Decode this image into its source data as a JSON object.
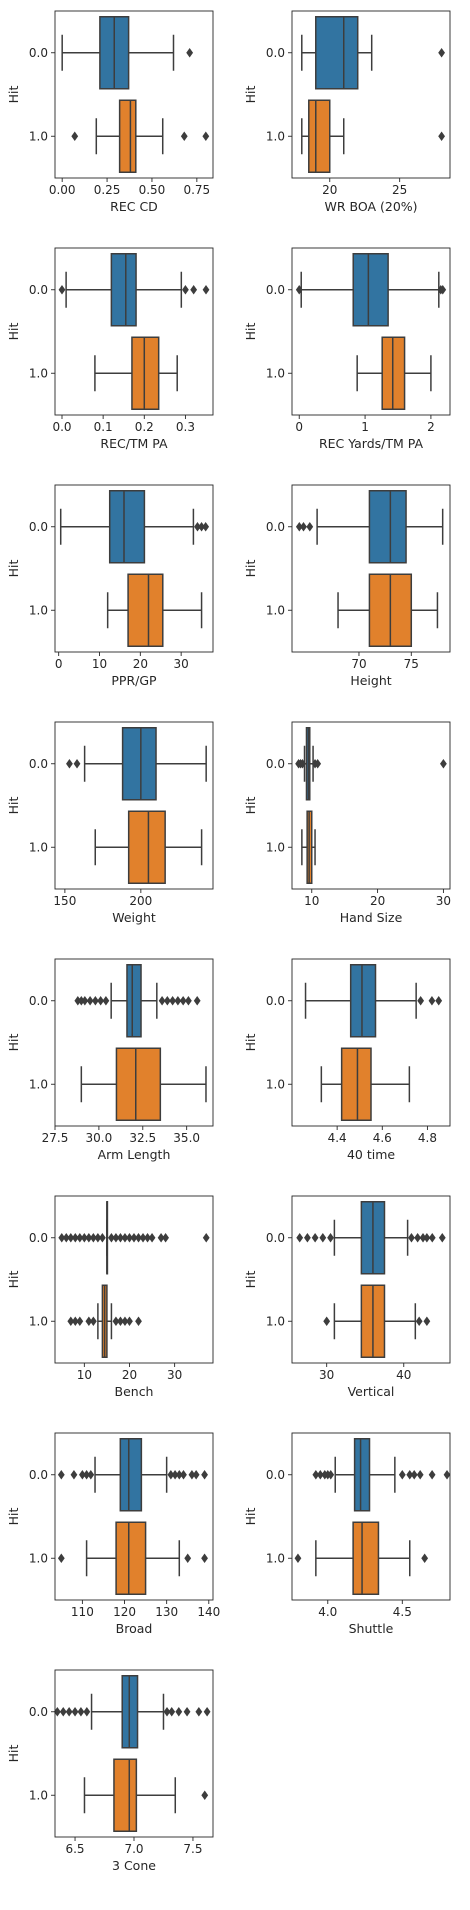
{
  "chart_data": [
    {
      "type": "box",
      "xlabel": "REC CD",
      "ylabel": "Hit",
      "categories": [
        "0.0",
        "1.0"
      ],
      "xlim": [
        -0.04,
        0.84
      ],
      "xticks": [
        0.0,
        0.25,
        0.5,
        0.75
      ],
      "xtick_labels": [
        "0.00",
        "0.25",
        "0.50",
        "0.75"
      ],
      "boxes": [
        {
          "category": "0.0",
          "min": 0.0,
          "q1": 0.21,
          "median": 0.29,
          "q3": 0.37,
          "max": 0.62,
          "fliers": [
            0.71
          ],
          "color": "#3274a1"
        },
        {
          "category": "1.0",
          "min": 0.19,
          "q1": 0.32,
          "median": 0.38,
          "q3": 0.41,
          "max": 0.56,
          "fliers": [
            0.07,
            0.68,
            0.8
          ],
          "color": "#e1812c"
        }
      ]
    },
    {
      "type": "box",
      "xlabel": "WR BOA (20%)",
      "ylabel": "Hit",
      "categories": [
        "0.0",
        "1.0"
      ],
      "xlim": [
        17.3,
        28.6
      ],
      "xticks": [
        20,
        25
      ],
      "xtick_labels": [
        "20",
        "25"
      ],
      "boxes": [
        {
          "category": "0.0",
          "min": 18.0,
          "q1": 19.0,
          "median": 21.0,
          "q3": 22.0,
          "max": 23.0,
          "fliers": [
            28.0
          ],
          "color": "#3274a1"
        },
        {
          "category": "1.0",
          "min": 18.0,
          "q1": 18.5,
          "median": 19.0,
          "q3": 20.0,
          "max": 21.0,
          "fliers": [
            28.0
          ],
          "color": "#e1812c"
        }
      ]
    },
    {
      "type": "box",
      "xlabel": "REC/TM PA",
      "ylabel": "Hit",
      "categories": [
        "0.0",
        "1.0"
      ],
      "xlim": [
        -0.017,
        0.367
      ],
      "xticks": [
        0.0,
        0.1,
        0.2,
        0.3
      ],
      "xtick_labels": [
        "0.0",
        "0.1",
        "0.2",
        "0.3"
      ],
      "boxes": [
        {
          "category": "0.0",
          "min": 0.01,
          "q1": 0.12,
          "median": 0.155,
          "q3": 0.18,
          "max": 0.29,
          "fliers": [
            0.0,
            0.3,
            0.32,
            0.35
          ],
          "color": "#3274a1"
        },
        {
          "category": "1.0",
          "min": 0.08,
          "q1": 0.17,
          "median": 0.2,
          "q3": 0.235,
          "max": 0.28,
          "fliers": [],
          "color": "#e1812c"
        }
      ]
    },
    {
      "type": "box",
      "xlabel": "REC Yards/TM PA",
      "ylabel": "Hit",
      "categories": [
        "0.0",
        "1.0"
      ],
      "xlim": [
        -0.11,
        2.29
      ],
      "xticks": [
        0,
        1,
        2
      ],
      "xtick_labels": [
        "0",
        "1",
        "2"
      ],
      "boxes": [
        {
          "category": "0.0",
          "min": 0.03,
          "q1": 0.82,
          "median": 1.05,
          "q3": 1.35,
          "max": 2.12,
          "fliers": [
            0.0,
            2.15,
            2.18
          ],
          "color": "#3274a1"
        },
        {
          "category": "1.0",
          "min": 0.88,
          "q1": 1.26,
          "median": 1.42,
          "q3": 1.6,
          "max": 2.0,
          "fliers": [],
          "color": "#e1812c"
        }
      ]
    },
    {
      "type": "box",
      "xlabel": "PPR/GP",
      "ylabel": "Hit",
      "categories": [
        "0.0",
        "1.0"
      ],
      "xlim": [
        -0.9,
        37.8
      ],
      "xticks": [
        0,
        10,
        20,
        30
      ],
      "xtick_labels": [
        "0",
        "10",
        "20",
        "30"
      ],
      "boxes": [
        {
          "category": "0.0",
          "min": 0.5,
          "q1": 12.5,
          "median": 16.0,
          "q3": 21.0,
          "max": 33.0,
          "fliers": [
            34.0,
            35.0,
            36.0
          ],
          "color": "#3274a1"
        },
        {
          "category": "1.0",
          "min": 12.0,
          "q1": 17.0,
          "median": 22.0,
          "q3": 25.5,
          "max": 35.0,
          "fliers": [],
          "color": "#e1812c"
        }
      ]
    },
    {
      "type": "box",
      "xlabel": "Height",
      "ylabel": "Hit",
      "categories": [
        "0.0",
        "1.0"
      ],
      "xlim": [
        63.6,
        78.7
      ],
      "xticks": [
        70,
        75
      ],
      "xtick_labels": [
        "70",
        "75"
      ],
      "boxes": [
        {
          "category": "0.0",
          "min": 66.0,
          "q1": 71.0,
          "median": 73.0,
          "q3": 74.5,
          "max": 78.0,
          "fliers": [
            64.3,
            64.7,
            65.3
          ],
          "color": "#3274a1"
        },
        {
          "category": "1.0",
          "min": 68.0,
          "q1": 71.0,
          "median": 73.0,
          "q3": 75.0,
          "max": 77.5,
          "fliers": [],
          "color": "#e1812c"
        }
      ]
    },
    {
      "type": "box",
      "xlabel": "Weight",
      "ylabel": "Hit",
      "categories": [
        "0.0",
        "1.0"
      ],
      "xlim": [
        143.5,
        247.5
      ],
      "xticks": [
        150,
        200
      ],
      "xtick_labels": [
        "150",
        "200"
      ],
      "boxes": [
        {
          "category": "0.0",
          "min": 163.0,
          "q1": 188.0,
          "median": 200.0,
          "q3": 210.0,
          "max": 243.0,
          "fliers": [
            153.0,
            158.0
          ],
          "color": "#3274a1"
        },
        {
          "category": "1.0",
          "min": 170.0,
          "q1": 192.0,
          "median": 205.0,
          "q3": 216.0,
          "max": 240.0,
          "fliers": [],
          "color": "#e1812c"
        }
      ]
    },
    {
      "type": "box",
      "xlabel": "Hand Size",
      "ylabel": "Hit",
      "categories": [
        "0.0",
        "1.0"
      ],
      "xlim": [
        7.0,
        31.0
      ],
      "xticks": [
        10,
        20,
        30
      ],
      "xtick_labels": [
        "10",
        "20",
        "30"
      ],
      "boxes": [
        {
          "category": "0.0",
          "min": 8.9,
          "q1": 9.2,
          "median": 9.5,
          "q3": 9.7,
          "max": 10.2,
          "fliers": [
            8.0,
            8.3,
            8.6,
            10.5,
            10.9,
            30.0
          ],
          "color": "#3274a1"
        },
        {
          "category": "1.0",
          "min": 8.5,
          "q1": 9.3,
          "median": 9.6,
          "q3": 10.0,
          "max": 10.5,
          "fliers": [],
          "color": "#e1812c"
        }
      ]
    },
    {
      "type": "box",
      "xlabel": "Arm Length",
      "ylabel": "Hit",
      "categories": [
        "0.0",
        "1.0"
      ],
      "xlim": [
        27.5,
        36.5
      ],
      "xticks": [
        27.5,
        30.0,
        32.5,
        35.0
      ],
      "xtick_labels": [
        "27.5",
        "30.0",
        "32.5",
        "35.0"
      ],
      "boxes": [
        {
          "category": "0.0",
          "min": 30.7,
          "q1": 31.6,
          "median": 31.9,
          "q3": 32.4,
          "max": 33.3,
          "fliers": [
            28.8,
            29.0,
            29.2,
            29.5,
            29.8,
            30.1,
            30.4,
            33.6,
            33.9,
            34.2,
            34.5,
            34.8,
            35.1,
            35.6
          ],
          "color": "#3274a1"
        },
        {
          "category": "1.0",
          "min": 29.0,
          "q1": 31.0,
          "median": 32.1,
          "q3": 33.5,
          "max": 36.1,
          "fliers": [],
          "color": "#e1812c"
        }
      ]
    },
    {
      "type": "box",
      "xlabel": "40 time",
      "ylabel": "Hit",
      "categories": [
        "0.0",
        "1.0"
      ],
      "xlim": [
        4.2,
        4.9
      ],
      "xticks": [
        4.4,
        4.6,
        4.8
      ],
      "xtick_labels": [
        "4.4",
        "4.6",
        "4.8"
      ],
      "boxes": [
        {
          "category": "0.0",
          "min": 4.26,
          "q1": 4.46,
          "median": 4.51,
          "q3": 4.57,
          "max": 4.75,
          "fliers": [
            4.77,
            4.82,
            4.85
          ],
          "color": "#3274a1"
        },
        {
          "category": "1.0",
          "min": 4.33,
          "q1": 4.42,
          "median": 4.49,
          "q3": 4.55,
          "max": 4.72,
          "fliers": [],
          "color": "#e1812c"
        }
      ]
    },
    {
      "type": "box",
      "xlabel": "Bench",
      "ylabel": "Hit",
      "categories": [
        "0.0",
        "1.0"
      ],
      "xlim": [
        3.5,
        38.5
      ],
      "xticks": [
        10,
        20,
        30
      ],
      "xtick_labels": [
        "10",
        "20",
        "30"
      ],
      "boxes": [
        {
          "category": "0.0",
          "min": 15.0,
          "q1": 15.0,
          "median": 15.0,
          "q3": 15.0,
          "max": 15.0,
          "fliers": [
            5,
            6,
            7,
            8,
            9,
            10,
            11,
            12,
            13,
            14,
            16,
            17,
            18,
            19,
            20,
            21,
            22,
            23,
            24,
            25,
            27,
            28,
            37
          ],
          "color": "#3274a1"
        },
        {
          "category": "1.0",
          "min": 13.0,
          "q1": 14.0,
          "median": 14.5,
          "q3": 15.0,
          "max": 16.0,
          "fliers": [
            7,
            8,
            9,
            11,
            12,
            17,
            18,
            19,
            20,
            22
          ],
          "color": "#e1812c"
        }
      ]
    },
    {
      "type": "box",
      "xlabel": "Vertical",
      "ylabel": "Hit",
      "categories": [
        "0.0",
        "1.0"
      ],
      "xlim": [
        25.5,
        46.0
      ],
      "xticks": [
        30,
        40
      ],
      "xtick_labels": [
        "30",
        "40"
      ],
      "boxes": [
        {
          "category": "0.0",
          "min": 31.0,
          "q1": 34.5,
          "median": 36.0,
          "q3": 37.5,
          "max": 40.5,
          "fliers": [
            26.5,
            27.5,
            28.5,
            29.5,
            30.5,
            41.0,
            41.8,
            42.5,
            43.0,
            43.7,
            45.0
          ],
          "color": "#3274a1"
        },
        {
          "category": "1.0",
          "min": 31.0,
          "q1": 34.5,
          "median": 36.0,
          "q3": 37.5,
          "max": 41.5,
          "fliers": [
            30.0,
            42.0,
            43.0
          ],
          "color": "#e1812c"
        }
      ]
    },
    {
      "type": "box",
      "xlabel": "Broad",
      "ylabel": "Hit",
      "categories": [
        "0.0",
        "1.0"
      ],
      "xlim": [
        103.5,
        141.0
      ],
      "xticks": [
        110,
        120,
        130,
        140
      ],
      "xtick_labels": [
        "110",
        "120",
        "130",
        "140"
      ],
      "boxes": [
        {
          "category": "0.0",
          "min": 113.0,
          "q1": 119.0,
          "median": 121.0,
          "q3": 124.0,
          "max": 130.0,
          "fliers": [
            105,
            108,
            110,
            111,
            112,
            131,
            132,
            133,
            134,
            136,
            137,
            139
          ],
          "color": "#3274a1"
        },
        {
          "category": "1.0",
          "min": 111.0,
          "q1": 118.0,
          "median": 121.0,
          "q3": 125.0,
          "max": 133.0,
          "fliers": [
            105,
            135,
            139
          ],
          "color": "#e1812c"
        }
      ]
    },
    {
      "type": "box",
      "xlabel": "Shuttle",
      "ylabel": "Hit",
      "categories": [
        "0.0",
        "1.0"
      ],
      "xlim": [
        3.76,
        4.82
      ],
      "xticks": [
        4.0,
        4.5
      ],
      "xtick_labels": [
        "4.0",
        "4.5"
      ],
      "boxes": [
        {
          "category": "0.0",
          "min": 4.05,
          "q1": 4.18,
          "median": 4.22,
          "q3": 4.28,
          "max": 4.45,
          "fliers": [
            3.92,
            3.95,
            3.98,
            4.0,
            4.02,
            4.5,
            4.55,
            4.58,
            4.62,
            4.7,
            4.8
          ],
          "color": "#3274a1"
        },
        {
          "category": "1.0",
          "min": 3.92,
          "q1": 4.17,
          "median": 4.23,
          "q3": 4.34,
          "max": 4.55,
          "fliers": [
            3.8,
            4.65
          ],
          "color": "#e1812c"
        }
      ]
    },
    {
      "type": "box",
      "xlabel": "3 Cone",
      "ylabel": "Hit",
      "categories": [
        "0.0",
        "1.0"
      ],
      "xlim": [
        6.33,
        7.67
      ],
      "xticks": [
        6.5,
        7.0,
        7.5
      ],
      "xtick_labels": [
        "6.5",
        "7.0",
        "7.5"
      ],
      "boxes": [
        {
          "category": "0.0",
          "min": 6.64,
          "q1": 6.9,
          "median": 6.96,
          "q3": 7.03,
          "max": 7.25,
          "fliers": [
            6.35,
            6.4,
            6.45,
            6.5,
            6.55,
            6.6,
            7.28,
            7.32,
            7.38,
            7.45,
            7.55,
            7.62
          ],
          "color": "#3274a1"
        },
        {
          "category": "1.0",
          "min": 6.58,
          "q1": 6.83,
          "median": 6.96,
          "q3": 7.02,
          "max": 7.35,
          "fliers": [
            7.6
          ],
          "color": "#e1812c"
        }
      ]
    }
  ]
}
